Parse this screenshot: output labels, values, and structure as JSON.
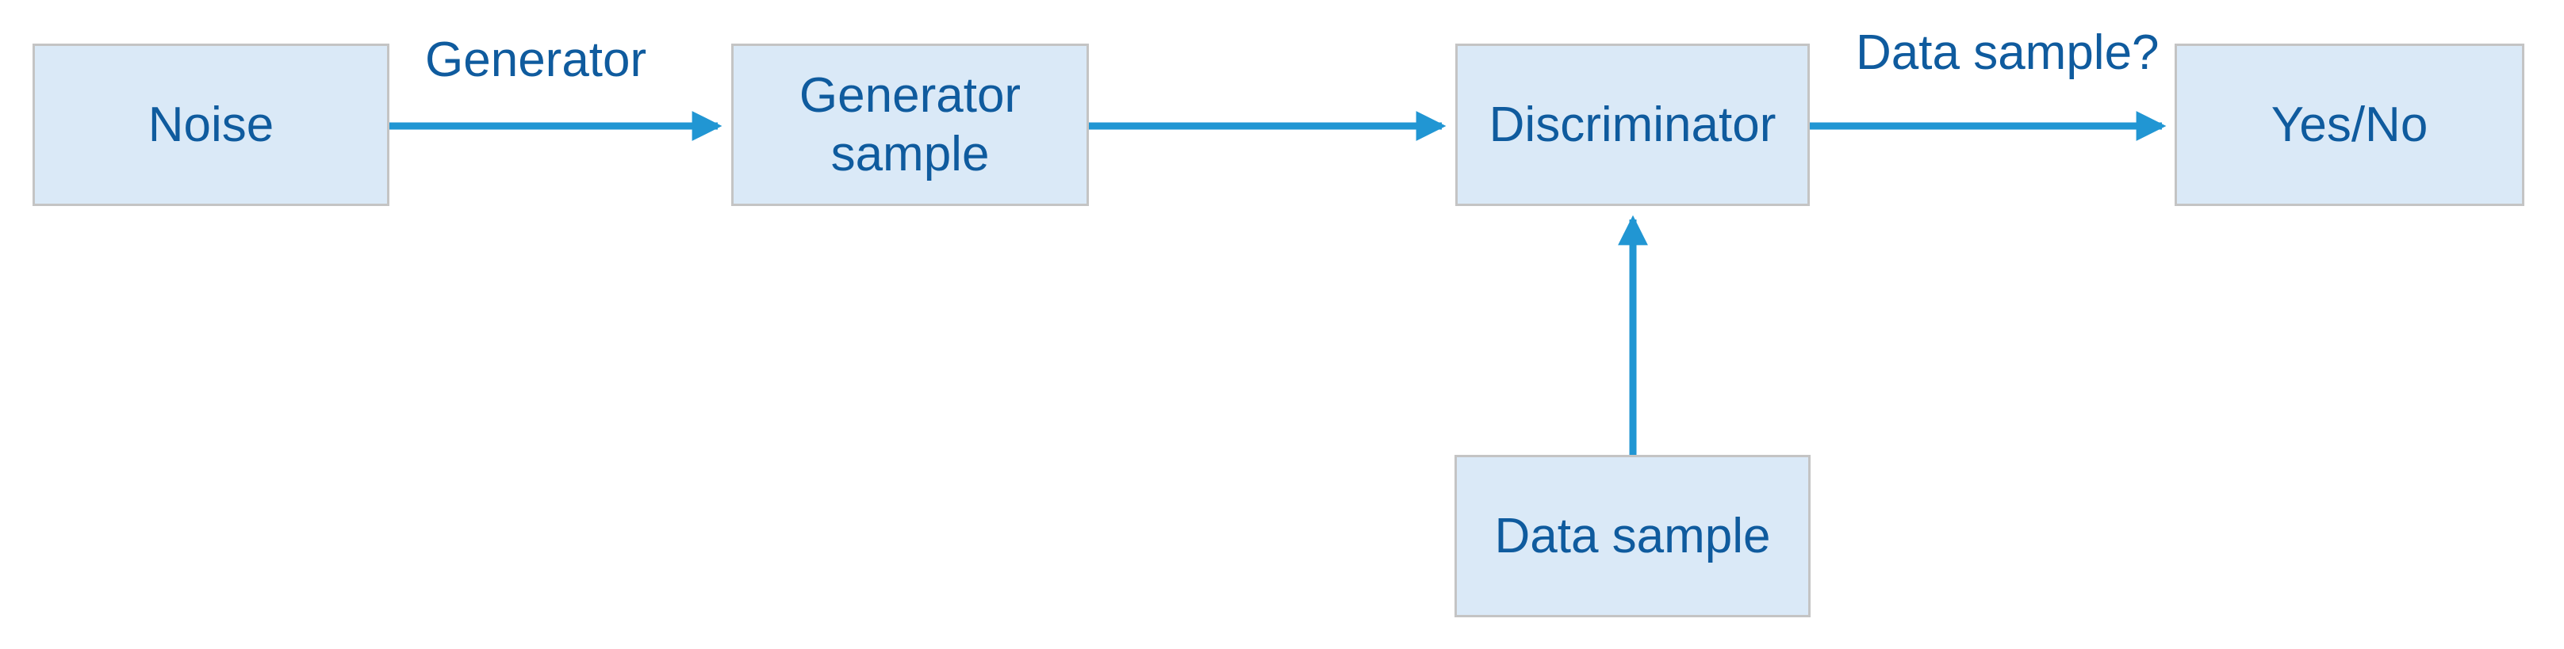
{
  "diagram": {
    "title": "GAN architecture flow diagram",
    "background_color": "#ffffff",
    "node_fill_color": "#dae9f7",
    "node_border_color": "#c4c4c4",
    "text_color": "#0f5b9e",
    "arrow_color": "#2196d3",
    "nodes": [
      {
        "id": "noise",
        "label": "Noise"
      },
      {
        "id": "generator-sample",
        "label": "Generator\nsample"
      },
      {
        "id": "discriminator",
        "label": "Discriminator"
      },
      {
        "id": "yes-no",
        "label": "Yes/No"
      },
      {
        "id": "data-sample",
        "label": "Data sample"
      }
    ],
    "edges": [
      {
        "id": "noise-to-generator-sample",
        "label": "Generator",
        "from": "noise",
        "to": "generator-sample",
        "direction": "right"
      },
      {
        "id": "generator-sample-to-discriminator",
        "label": "",
        "from": "generator-sample",
        "to": "discriminator",
        "direction": "right"
      },
      {
        "id": "discriminator-to-yes-no",
        "label": "Data sample?",
        "from": "discriminator",
        "to": "yes-no",
        "direction": "right"
      },
      {
        "id": "data-sample-to-discriminator",
        "label": "",
        "from": "data-sample",
        "to": "discriminator",
        "direction": "up"
      }
    ]
  }
}
